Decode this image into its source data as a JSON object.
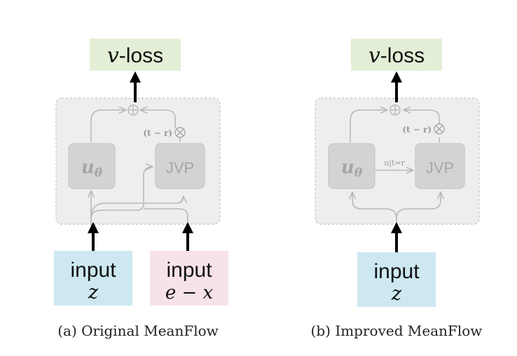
{
  "colors": {
    "loss_box": "#e3efd6",
    "input_z_box": "#cde8f0",
    "input_ex_box": "#f7e2ea",
    "panel_bg": "#eeeeee",
    "panel_border": "#c4c4c4",
    "node_fill": "#d3d3d3",
    "node_text": "#a6a6a6",
    "faint_line": "#b9b9b9",
    "arrow": "#000000"
  },
  "left": {
    "loss_v": "v",
    "loss_suffix": "-loss",
    "node_u": "u",
    "node_u_sub": "θ",
    "node_jvp": "JVP",
    "scale_label": "(t − r)",
    "input1_line1": "input",
    "input1_line2": "z",
    "input2_line1": "input",
    "input2_line2": "e − x",
    "caption": "(a) Original MeanFlow"
  },
  "right": {
    "loss_v": "v",
    "loss_suffix": "-loss",
    "node_u": "u",
    "node_u_sub": "θ",
    "node_jvp": "JVP",
    "scale_label": "(t − r)",
    "edge_label": "u|t=r",
    "input_line1": "input",
    "input_line2": "z",
    "caption": "(b) Improved MeanFlow"
  }
}
